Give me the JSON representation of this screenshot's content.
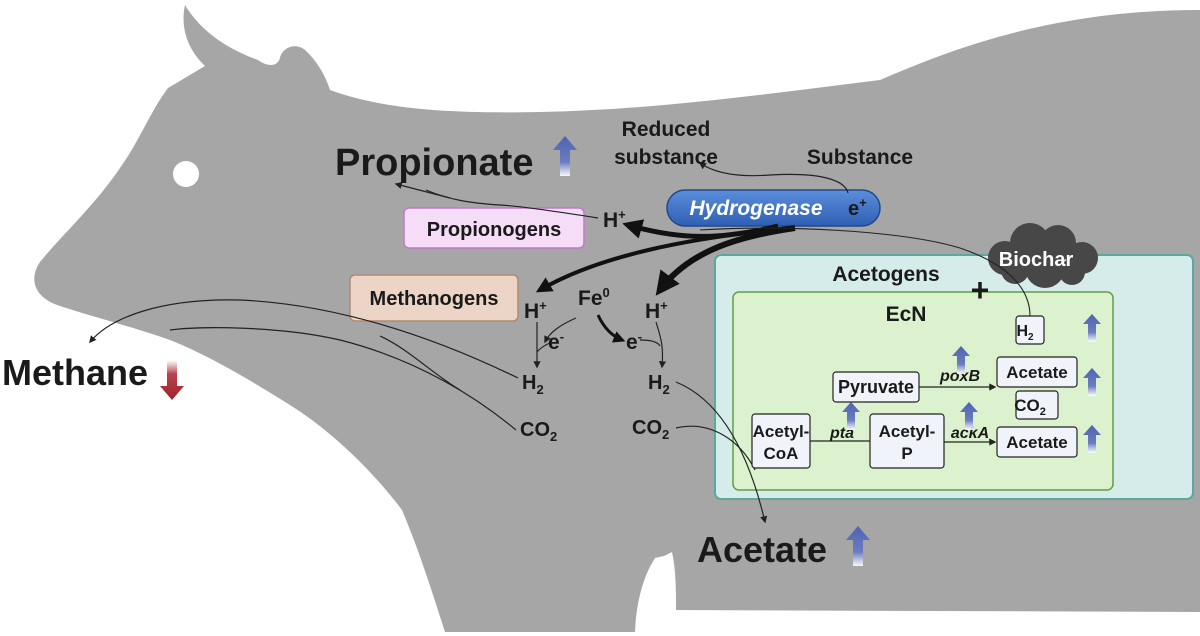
{
  "labels": {
    "propionate": "Propionate",
    "reduced_substance": "Reduced substance",
    "substance": "Substance",
    "hydrogenase": "Hydrogenase",
    "e_plus": "e",
    "e_plus_sup": "+",
    "propionogens": "Propionogens",
    "h_plus": "H",
    "h_plus_sup": "+",
    "methanogens": "Methanogens",
    "fe0": "Fe",
    "fe0_sup": "0",
    "e_minus": "e",
    "e_minus_sup": "-",
    "h2": "H",
    "h2_sub": "2",
    "co2": "CO",
    "co2_sub": "2",
    "methane": "Methane",
    "acetate": "Acetate",
    "biochar": "Biochar",
    "acetogens": "Acetogens",
    "plus": "+",
    "ecn": "EcN",
    "pyruvate": "Pyruvate",
    "poxb": "poxB",
    "acetyl_coa_1": "Acetyl-",
    "acetyl_coa_2": "CoA",
    "pta": "pta",
    "acetyl_p_1": "Acetyl-",
    "acetyl_p_2": "P",
    "acka": "ackA"
  },
  "colors": {
    "cow": "#a6a6a6",
    "hydrogenase": "#3f73c9",
    "propionogens_fill": "#f5dcf7",
    "propionogens_stroke": "#c07ac8",
    "methanogens_fill": "#ecd5c6",
    "methanogens_stroke": "#b08a72",
    "acetogens_fill": "#d6ecea",
    "acetogens_stroke": "#5aa89e",
    "ecn_fill": "#dcf2cf",
    "ecn_stroke": "#5f9e48",
    "up_arrow": "#5467b4",
    "down_arrow": "#a6202b",
    "biochar": "#474747"
  },
  "icons": {
    "up": "up-arrow-icon",
    "down": "down-arrow-icon",
    "cloud": "biochar-cloud-icon"
  }
}
